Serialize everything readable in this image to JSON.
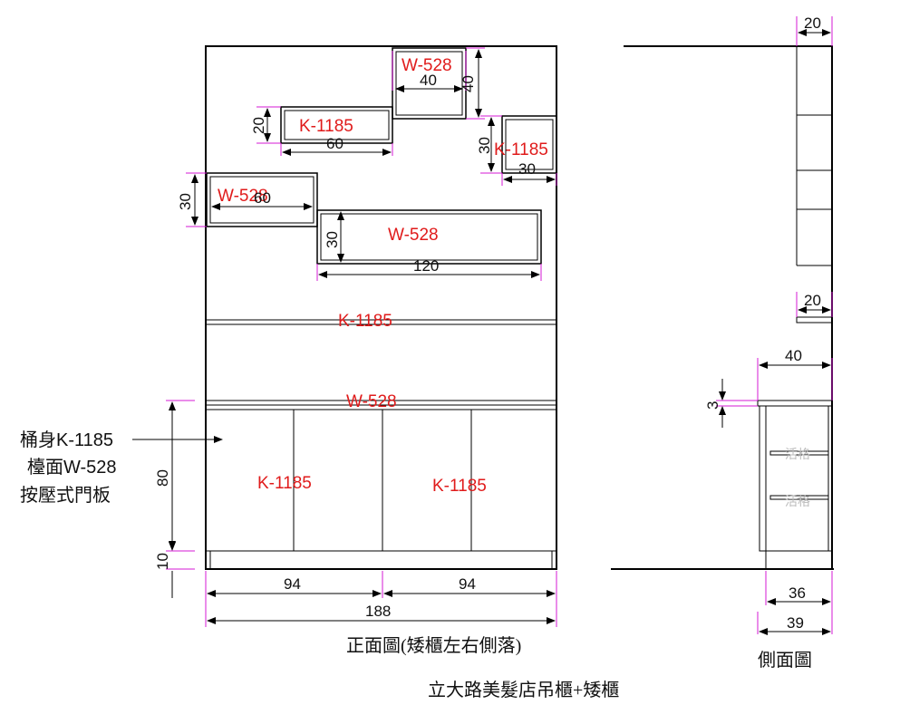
{
  "front": {
    "caption": "正面圖(矮櫃左右側落)",
    "labels": {
      "top_right_box": "W-528",
      "shelf_left_upper": "K-1185",
      "small_right_box": "K-1185",
      "shelf_left_mid": "W-528",
      "shelf_long": "W-528",
      "top_board": "K-1185",
      "counter_top": "W-528",
      "door_left": "K-1185",
      "door_right": "K-1185"
    },
    "dims": {
      "d40w": "40",
      "d40h": "40",
      "d20": "20",
      "d60a": "60",
      "d30a": "30",
      "d30b": "30",
      "d30c": "30",
      "d60b": "60",
      "d30d": "30",
      "d120": "120",
      "d80": "80",
      "d10": "10",
      "d94a": "94",
      "d94b": "94",
      "d188": "188"
    }
  },
  "note": {
    "line1": "桶身K-1185",
    "line2": "檯面W-528",
    "line3": "按壓式門板"
  },
  "side": {
    "caption": "側面圖",
    "dims": {
      "d20a": "20",
      "d20b": "20",
      "d40": "40",
      "d3": "3",
      "d36": "36",
      "d39": "39"
    },
    "shelf1": "活格",
    "shelf2": "活格"
  },
  "title": "立大路美髮店吊櫃+矮櫃"
}
